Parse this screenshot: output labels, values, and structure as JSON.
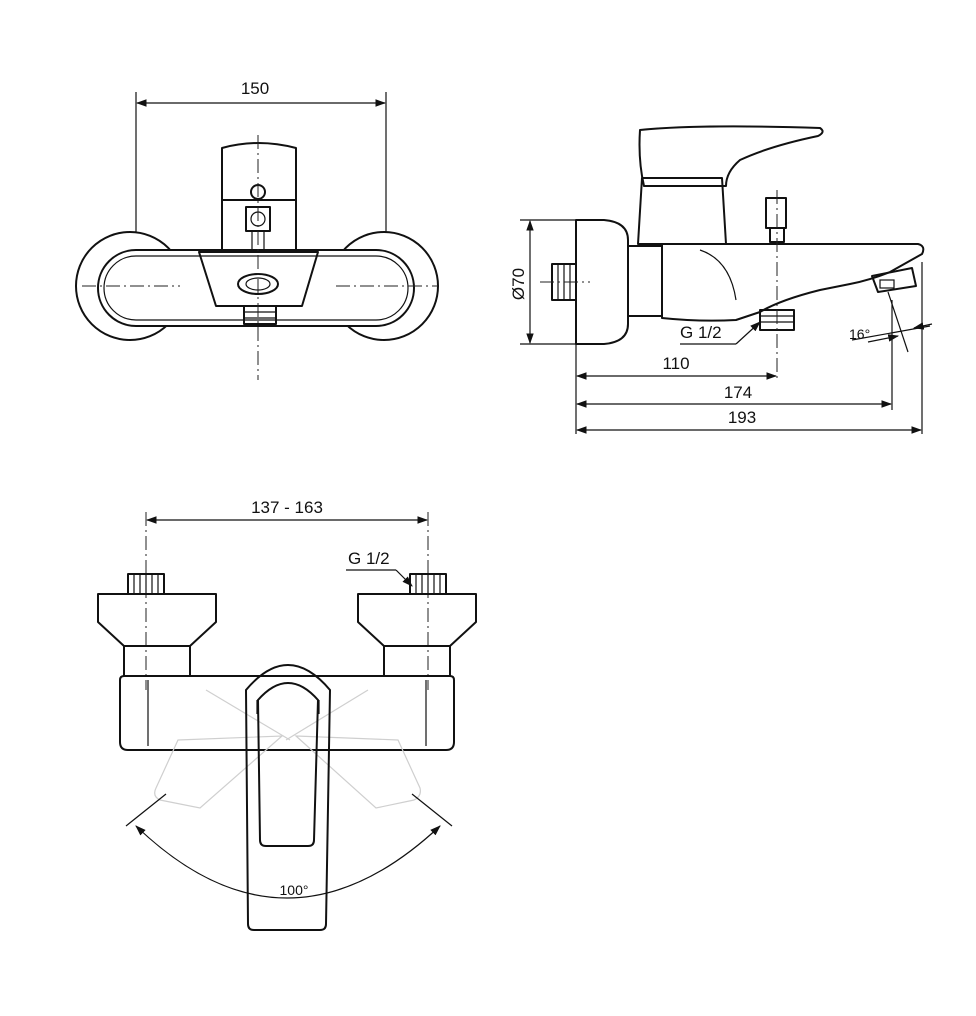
{
  "front_view": {
    "width_dim": "150"
  },
  "side_view": {
    "diameter_dim": "Ø70",
    "thread_label": "G 1/2",
    "angle_label": "16°",
    "dim_110": "110",
    "dim_174": "174",
    "dim_193": "193"
  },
  "top_view": {
    "center_range_dim": "137 - 163",
    "thread_label": "G 1/2",
    "rotation_label": "100°"
  }
}
